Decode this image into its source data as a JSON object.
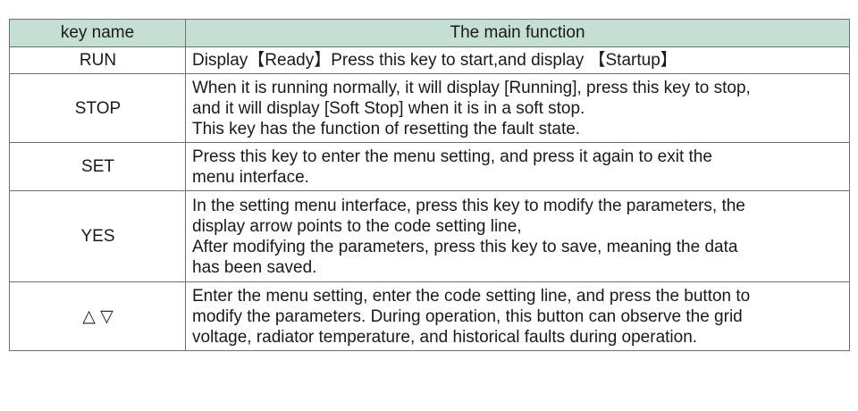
{
  "table": {
    "headers": [
      "key name",
      "The main function"
    ],
    "rows": [
      {
        "key": "RUN",
        "lines": [
          "Display【Ready】Press this key to start,and display 【Startup】"
        ]
      },
      {
        "key": "STOP",
        "lines": [
          "When it is running normally, it will display [Running], press this key to stop,",
          "and it will display [Soft Stop] when it is in a soft stop.",
          "This key has the function of resetting the fault state."
        ]
      },
      {
        "key": "SET",
        "lines": [
          "Press this key to enter the menu setting, and press it again to exit the",
          "menu interface."
        ]
      },
      {
        "key": "YES",
        "lines": [
          "In the setting menu interface, press this key to modify the parameters, the",
          "display arrow points to the code setting line,",
          "After modifying the parameters, press this key to save, meaning the data",
          "has been saved."
        ]
      },
      {
        "key": "△ ▽",
        "lines": [
          "Enter the menu setting, enter the code setting line, and press the button to",
          "modify the parameters. During operation, this button can observe the grid",
          "voltage, radiator temperature, and historical faults during operation."
        ]
      }
    ]
  }
}
